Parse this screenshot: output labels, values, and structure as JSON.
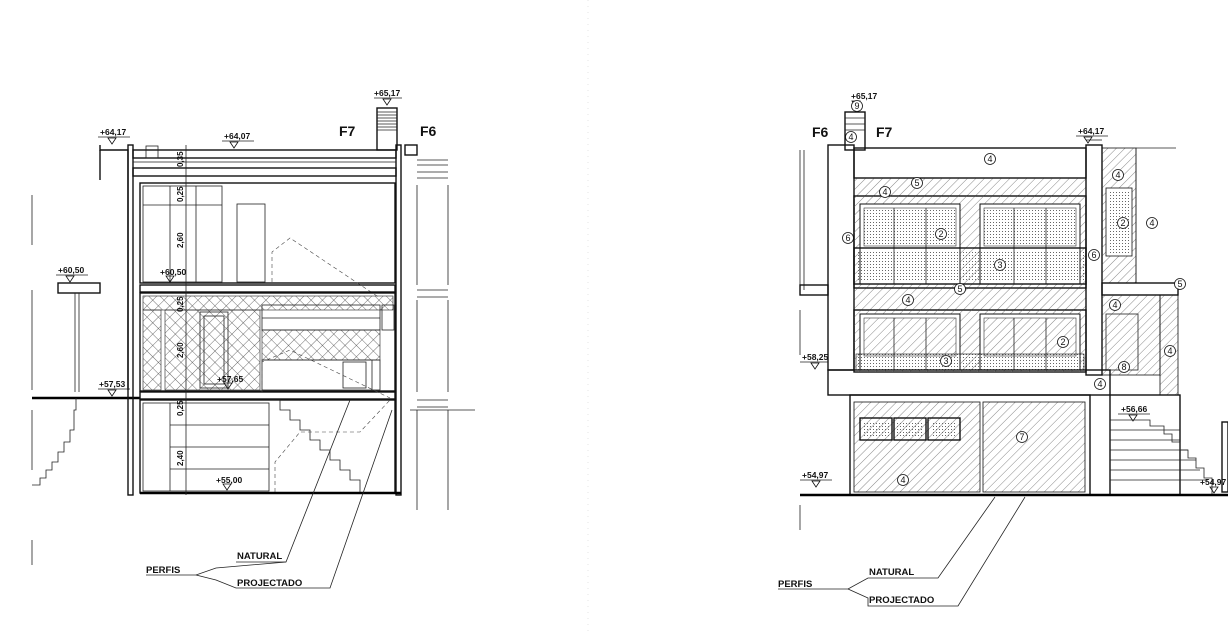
{
  "section": {
    "levels": [
      "+64,17",
      "+64,07",
      "+65,17",
      "+60,50",
      "+60,50",
      "+57,53",
      "+57,65",
      "+55,00"
    ],
    "grid_labels": [
      "F7",
      "F6"
    ],
    "dims": [
      "0,35",
      "0,25",
      "2,60",
      "0,25",
      "2,60",
      "0,25",
      "2,40"
    ],
    "legend": {
      "perfis": "PERFIS",
      "natural": "NATURAL",
      "projectado": "PROJECTADO"
    }
  },
  "elevation": {
    "levels": [
      "+65,17",
      "+64,17",
      "+58,25",
      "+56,66",
      "+54,97",
      "+54,97"
    ],
    "grid_labels": [
      "F6",
      "F7"
    ],
    "callouts": [
      "9",
      "4",
      "4",
      "4",
      "5",
      "4",
      "2",
      "2",
      "4",
      "6",
      "6",
      "3",
      "5",
      "4",
      "5",
      "4",
      "2",
      "4",
      "3",
      "8",
      "4",
      "7",
      "4"
    ],
    "legend": {
      "perfis": "PERFIS",
      "natural": "NATURAL",
      "projectado": "PROJECTADO"
    }
  }
}
